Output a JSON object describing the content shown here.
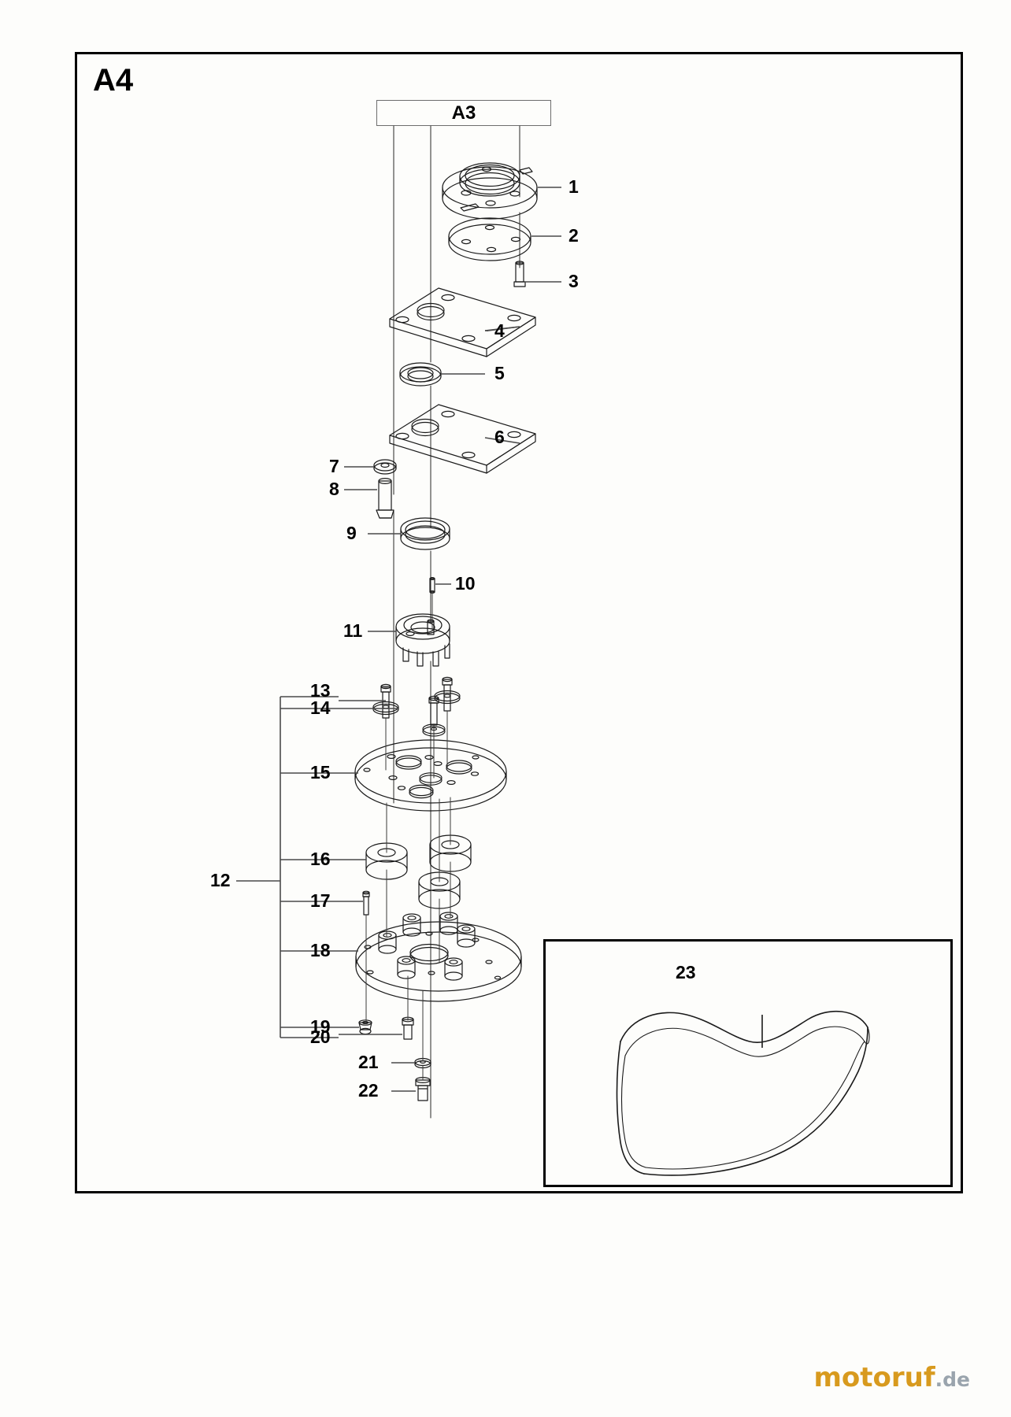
{
  "sheet": {
    "title": "A4",
    "reference_box_label": "A3"
  },
  "watermark": {
    "name": "motoruf",
    "tld": ".de"
  },
  "callouts": [
    {
      "id": "1",
      "label": "1",
      "part": "bearing-housing-flange"
    },
    {
      "id": "2",
      "label": "2",
      "part": "cover-disc-plate"
    },
    {
      "id": "3",
      "label": "3",
      "part": "stud-bolt"
    },
    {
      "id": "4",
      "label": "4",
      "part": "square-mounting-plate-upper"
    },
    {
      "id": "5",
      "label": "5",
      "part": "ring-washer"
    },
    {
      "id": "6",
      "label": "6",
      "part": "square-mounting-plate-lower"
    },
    {
      "id": "7",
      "label": "7",
      "part": "flat-washer"
    },
    {
      "id": "8",
      "label": "8",
      "part": "shoulder-bolt"
    },
    {
      "id": "9",
      "label": "9",
      "part": "bearing-ring"
    },
    {
      "id": "10",
      "label": "10",
      "part": "dowel-pin"
    },
    {
      "id": "11",
      "label": "11",
      "part": "hub-coupling"
    },
    {
      "id": "12",
      "label": "12",
      "part": "cutting-disc-assembly-bracket"
    },
    {
      "id": "13",
      "label": "13",
      "part": "hex-bolt-long"
    },
    {
      "id": "14",
      "label": "14",
      "part": "washer-small"
    },
    {
      "id": "15",
      "label": "15",
      "part": "upper-disc-plate"
    },
    {
      "id": "16",
      "label": "16",
      "part": "spacer-bushing"
    },
    {
      "id": "17",
      "label": "17",
      "part": "screw-small"
    },
    {
      "id": "18",
      "label": "18",
      "part": "lower-disc-plate"
    },
    {
      "id": "19",
      "label": "19",
      "part": "lock-nut"
    },
    {
      "id": "20",
      "label": "20",
      "part": "bolt-short"
    },
    {
      "id": "21",
      "label": "21",
      "part": "washer-tiny"
    },
    {
      "id": "22",
      "label": "22",
      "part": "center-bolt"
    },
    {
      "id": "23",
      "label": "23",
      "part": "blade-guard-cover"
    }
  ]
}
